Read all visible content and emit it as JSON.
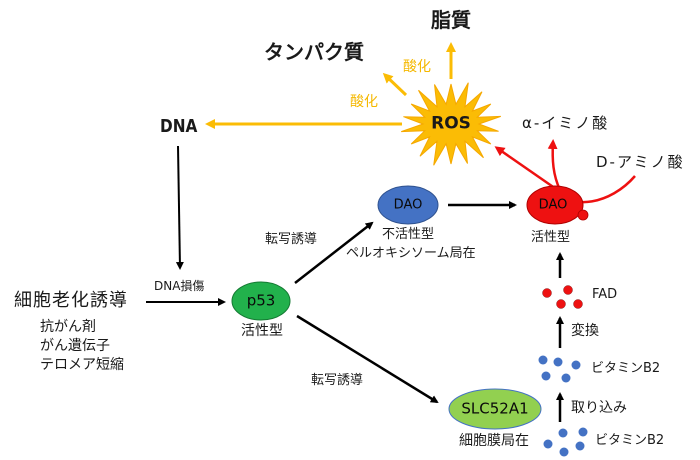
{
  "colors": {
    "ros_fill": "#fbbc05",
    "ros_arrow": "#fbbc05",
    "red": "#ee1111",
    "dao_inactive": "#4472c4",
    "p53": "#22b14c",
    "slc": "#92d050",
    "vitamin_dot": "#4472c4",
    "fad_dot": "#ee1111",
    "black": "#000000"
  },
  "nodes": {
    "ros": "ROS",
    "lipid": "脂質",
    "protein": "タンパク質",
    "dna": "DNA",
    "alpha_imino": "α-イミノ酸",
    "d_amino": "D-アミノ酸",
    "dao_active": "DAO",
    "dao_active_state": "活性型",
    "dao_inactive": "DAO",
    "dao_inactive_state": "不活性型",
    "dao_inactive_loc": "ペルオキシソーム局在",
    "p53": "p53",
    "p53_state": "活性型",
    "slc": "SLC52A1",
    "slc_loc": "細胞膜局在",
    "senescence": "細胞老化誘導",
    "causes": [
      "抗がん剤",
      "がん遺伝子",
      "テロメア短縮"
    ],
    "fad": "FAD",
    "vitamin_b2_inner": "ビタミンB2",
    "vitamin_b2_outer": "ビタミンB2"
  },
  "edges": {
    "oxidation_lipid": "酸化",
    "oxidation_dna": "酸化",
    "dna_damage": "DNA損傷",
    "transcription_dao": "転写誘導",
    "transcription_slc": "転写誘導",
    "conversion": "変換",
    "uptake": "取り込み"
  }
}
